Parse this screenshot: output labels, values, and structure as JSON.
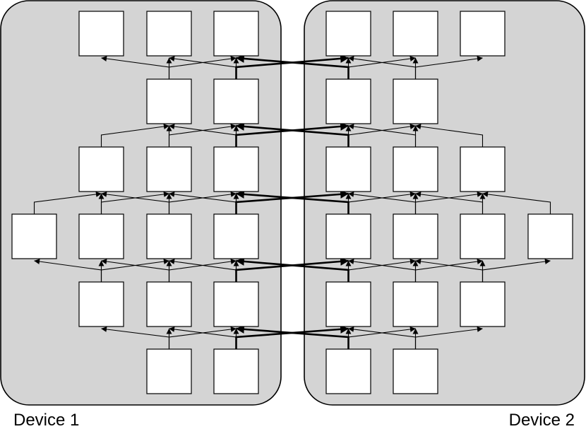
{
  "labels": {
    "device_1": "Device 1",
    "device_2": "Device 2"
  },
  "colors": {
    "panel_fill": "#d4d4d4",
    "node_fill": "#ffffff",
    "line": "#000000"
  },
  "devices": [
    {
      "id": "device-1",
      "label": "Device 1"
    },
    {
      "id": "device-2",
      "label": "Device 2"
    }
  ],
  "layers": [
    {
      "level": 0,
      "device_1_nodes": 3,
      "device_2_nodes": 3
    },
    {
      "level": 1,
      "device_1_nodes": 2,
      "device_2_nodes": 2
    },
    {
      "level": 2,
      "device_1_nodes": 3,
      "device_2_nodes": 3
    },
    {
      "level": 3,
      "device_1_nodes": 4,
      "device_2_nodes": 4
    },
    {
      "level": 4,
      "device_1_nodes": 3,
      "device_2_nodes": 3
    },
    {
      "level": 5,
      "device_1_nodes": 2,
      "device_2_nodes": 2
    }
  ]
}
